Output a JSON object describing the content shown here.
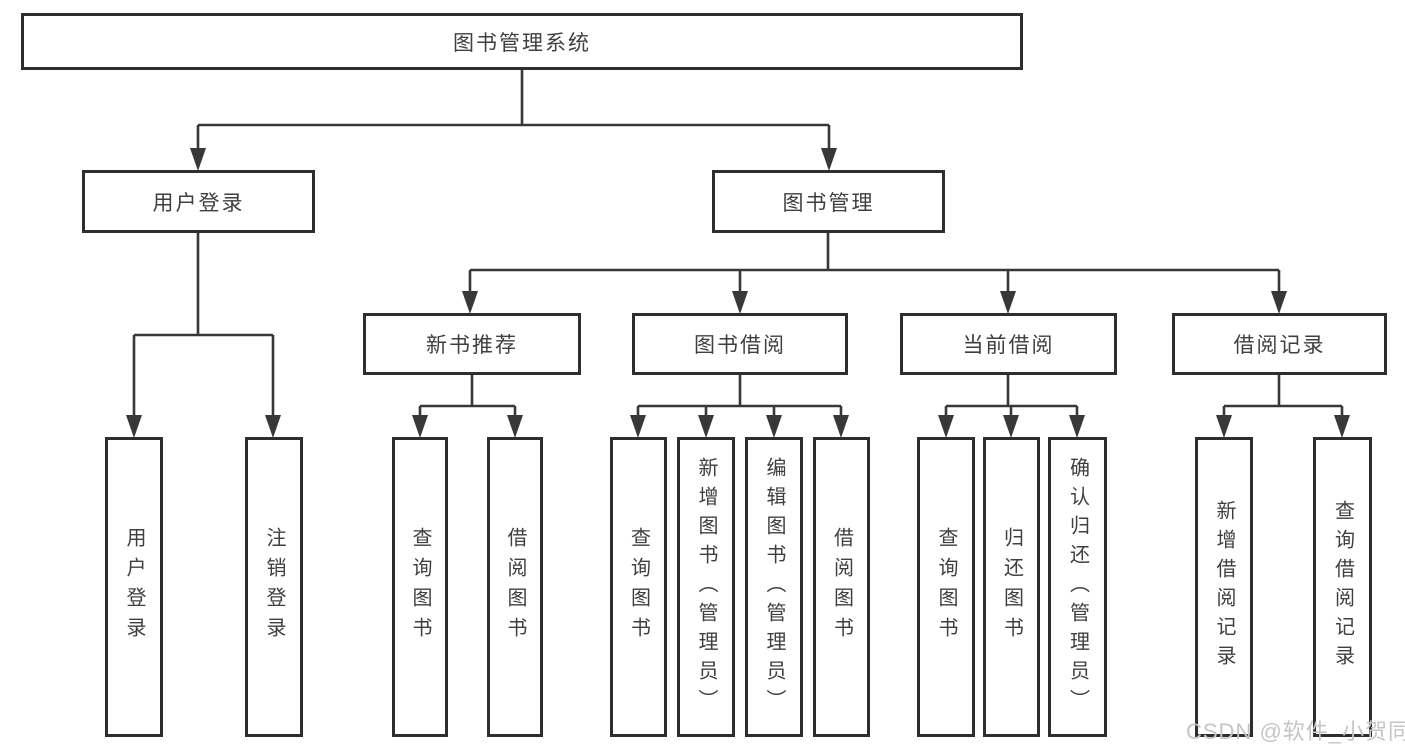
{
  "title": {
    "label": "图书管理系统"
  },
  "branches": {
    "user_login": {
      "label": "用户登录"
    },
    "book_mgmt": {
      "label": "图书管理"
    }
  },
  "modules": [
    {
      "label": "新书推荐"
    },
    {
      "label": "图书借阅"
    },
    {
      "label": "当前借阅"
    },
    {
      "label": "借阅记录"
    }
  ],
  "leaves": [
    {
      "label": "用户登录"
    },
    {
      "label": "注销登录"
    },
    {
      "label": "查询图书"
    },
    {
      "label": "借阅图书"
    },
    {
      "label": "查询图书"
    },
    {
      "label": "新增图书（管理员）"
    },
    {
      "label": "编辑图书（管理员）"
    },
    {
      "label": "借阅图书"
    },
    {
      "label": "查询图书"
    },
    {
      "label": "归还图书"
    },
    {
      "label": "确认归还（管理员）"
    },
    {
      "label": "新增借阅记录"
    },
    {
      "label": "查询借阅记录"
    }
  ],
  "watermark": {
    "label": "CSDN @软件_小贺同学"
  },
  "colors": {
    "line": "#383838",
    "box_border": "#2e2e2e",
    "text": "#3f3f3f",
    "watermark_text": "#c5c5c5",
    "background": "#ffffff"
  }
}
